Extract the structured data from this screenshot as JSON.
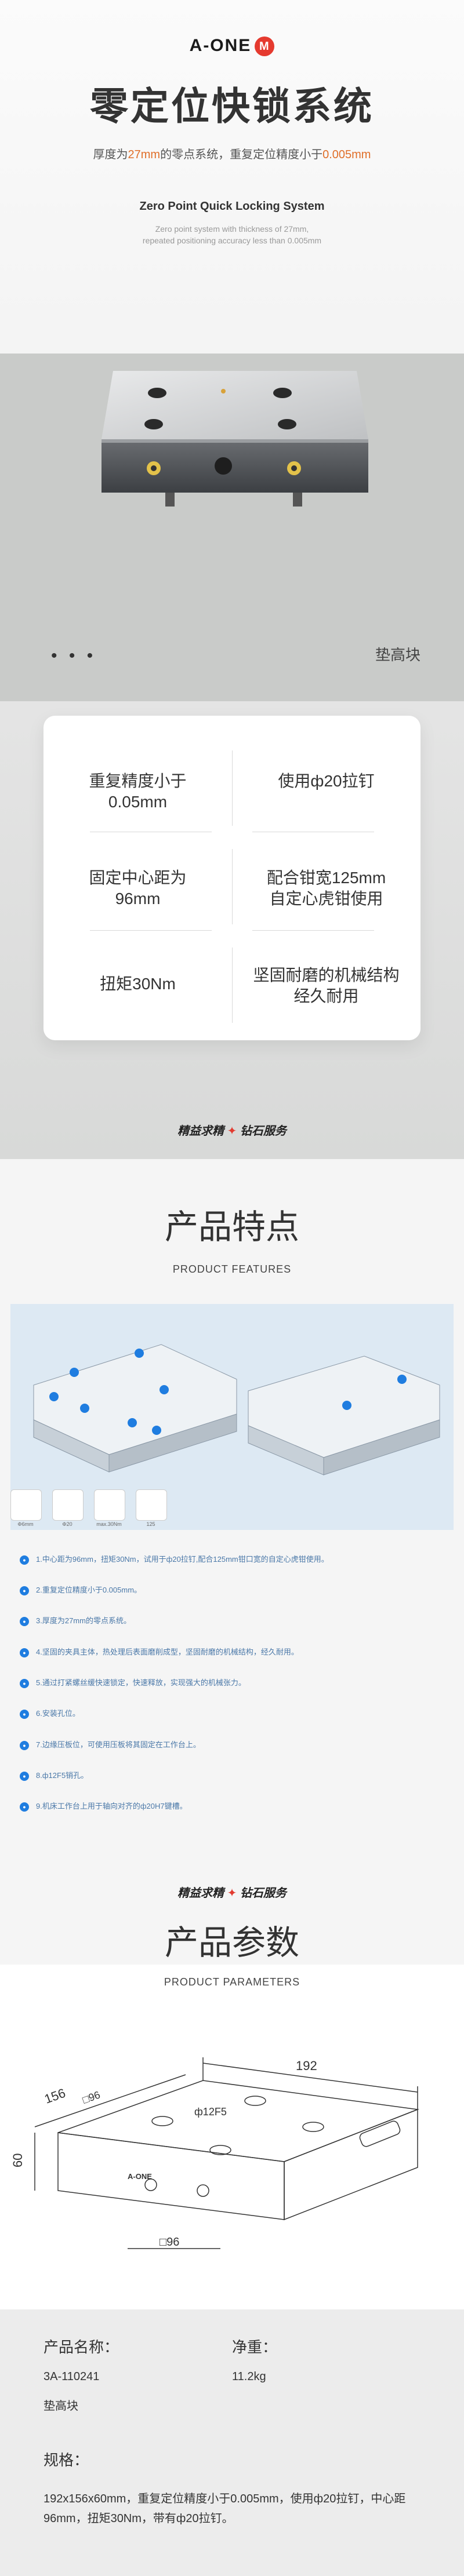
{
  "hero": {
    "brand": "A-ONE",
    "brand_mark": "M",
    "title": "零定位快锁系统",
    "subtitle_pre": "厚度为",
    "subtitle_hi1": "27mm",
    "subtitle_mid": "的零点系统，重复定位精度小于",
    "subtitle_hi2": "0.005mm",
    "en_title": "Zero Point Quick Locking System",
    "en_line1": "Zero point system with thickness of 27mm,",
    "en_line2": "repeated positioning accuracy less than 0.005mm",
    "dots": "• • •",
    "variant_label": "垫高块"
  },
  "features_card": {
    "cells": [
      {
        "line1": "重复精度小于",
        "line2": "0.05mm"
      },
      {
        "line1": "使用ф20拉钉",
        "line2": ""
      },
      {
        "line1": "固定中心距为",
        "line2": "96mm"
      },
      {
        "line1": "配合钳宽125mm",
        "line2": "自定心虎钳使用"
      },
      {
        "line1": "扭矩30Nm",
        "line2": ""
      },
      {
        "line1": "坚固耐磨的机械结构",
        "line2": "经久耐用"
      }
    ]
  },
  "slogan": {
    "left": "精益求精",
    "right": "钻石服务"
  },
  "product_features": {
    "title": "产品特点",
    "en": "PRODUCT FEATURES",
    "thumbs": [
      "Φ6mm",
      "Φ20",
      "max.30Nm",
      "125"
    ],
    "items": [
      "1.中心距为96mm，扭矩30Nm，试用于ф20拉钉,配合125mm钳口宽的自定心虎钳使用。",
      "2.重复定位精度小于0.005mm。",
      "3.厚度为27mm的零点系统。",
      "4.坚固的夹具主体，热处理后表面磨削成型，坚固耐磨的机械结构，经久耐用。",
      "5.通过打紧螺丝缓快速锁定，快速释放，实现强大的机械张力。",
      "6.安装孔位。",
      "7.边缘压板位，可使用压板将其固定在工作台上。",
      "8.ф12F5销孔。",
      "9.机床工作台上用于轴向对齐的ф20H7键槽。"
    ]
  },
  "product_params": {
    "title": "产品参数",
    "en": "PRODUCT PARAMETERS",
    "dims": {
      "width": "192",
      "depth": "156",
      "sq96_top": "□96",
      "pin": "ф12F5",
      "height": "60",
      "sq96_bottom": "□96"
    },
    "drawing_brand": "A-ONE",
    "name_label": "产品名称：",
    "name_code": "3A-110241",
    "name_value": "垫高块",
    "weight_label": "净重：",
    "weight_value": "11.2kg",
    "spec_label": "规格：",
    "spec_text": "192x156x60mm，重复定位精度小于0.005mm，使用ф20拉钉，中心距96mm，扭矩30Nm，带有ф20拉钉。"
  },
  "colors": {
    "accent": "#e06f2a",
    "brand_red": "#e53a2f",
    "feature_blue": "#1f7de0"
  }
}
